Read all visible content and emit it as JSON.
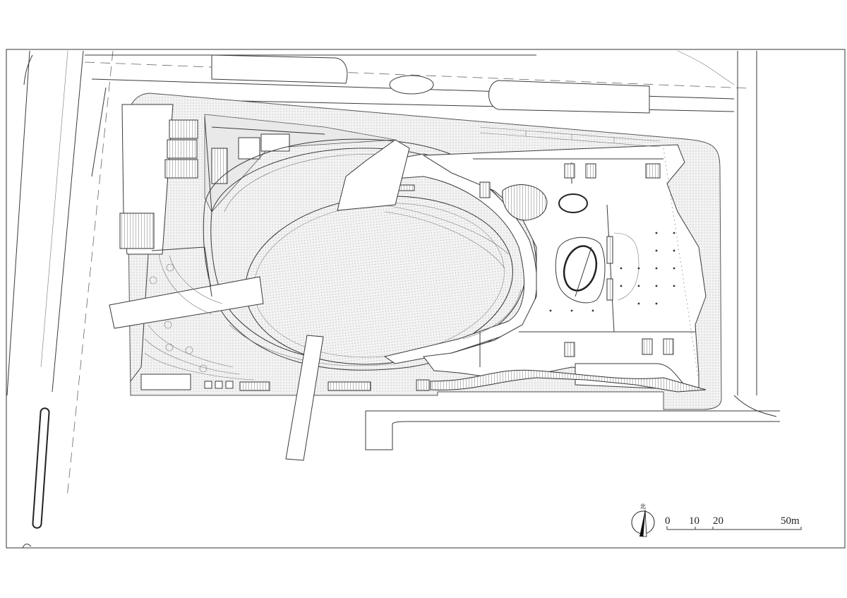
{
  "scale_bar": {
    "ticks": [
      "0",
      "10",
      "20",
      "50m"
    ]
  },
  "north_arrow": {
    "label": "北",
    "icon": "north-arrow-icon"
  }
}
